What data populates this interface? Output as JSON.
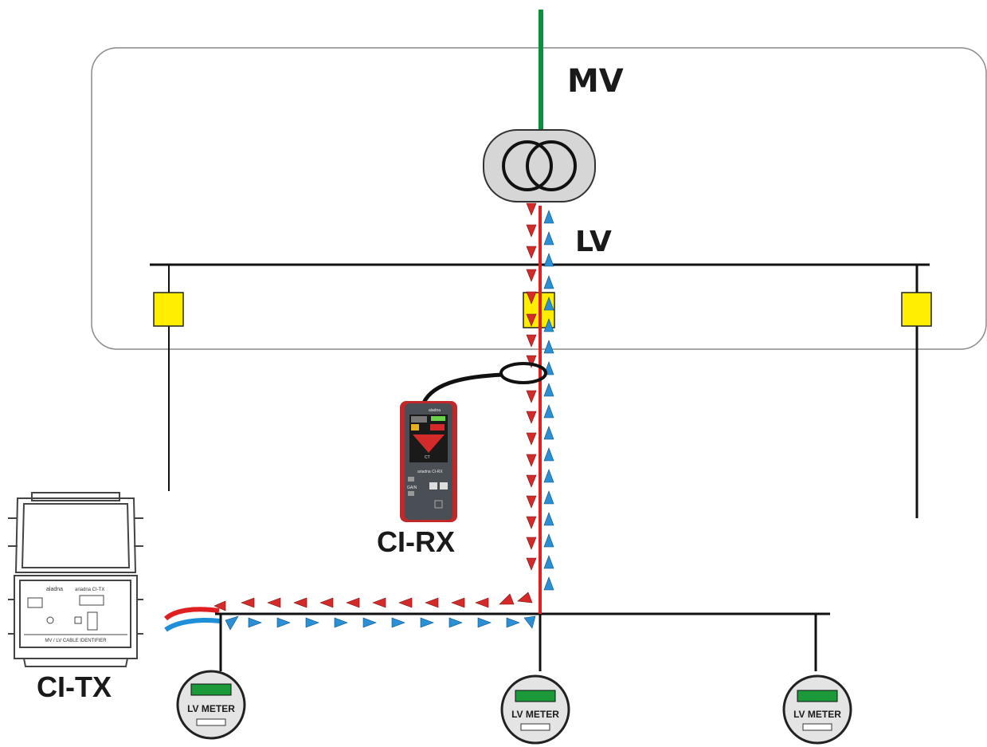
{
  "labels": {
    "mv": "MV",
    "lv": "LV",
    "ci_rx": "CI-RX",
    "ci_tx": "CI-TX"
  },
  "meters": [
    {
      "label": "LV METER"
    },
    {
      "label": "LV METER"
    },
    {
      "label": "LV METER"
    }
  ],
  "ci_tx_device": {
    "brand": "aladna",
    "model": "ariadna CI-TX",
    "caption": "MV / LV CABLE IDENTIFIER"
  },
  "ci_rx_device": {
    "brand": "aladna",
    "model": "ariadna CI-RX",
    "gain": "GAIN",
    "ct": "CT"
  },
  "colors": {
    "mv_line": "#0a8f3c",
    "lv_phase": "#e02020",
    "neutral": "#1e8fd8",
    "fuse": "#ffee00",
    "down_arrow": "#d42a2a",
    "up_arrow": "#2a8fd4",
    "meter_display": "#1c9a3a",
    "substation_border": "#888888"
  }
}
